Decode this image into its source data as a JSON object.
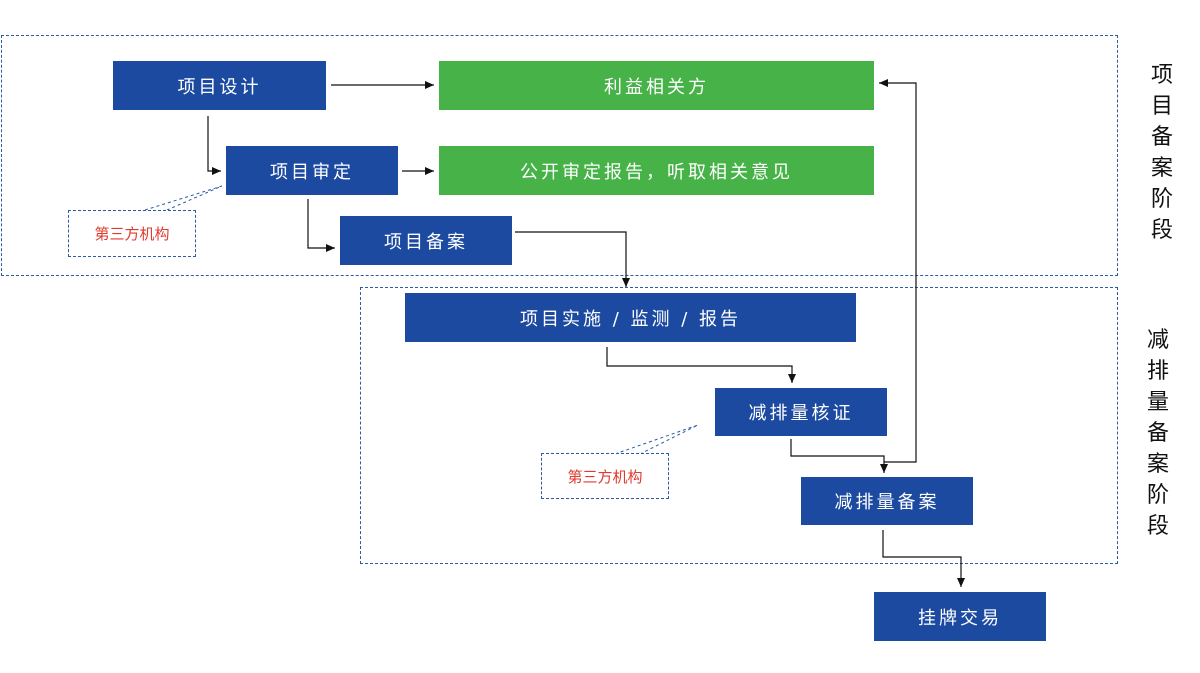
{
  "nodes": {
    "design": "项目设计",
    "stakeholders": "利益相关方",
    "review": "项目审定",
    "public_report": "公开审定报告，听取相关意见",
    "filing": "项目备案",
    "implement": "项目实施 / 监测 / 报告",
    "verify": "减排量核证",
    "er_filing": "减排量备案",
    "trading": "挂牌交易"
  },
  "callouts": {
    "third_party_1": "第三方机构",
    "third_party_2": "第三方机构"
  },
  "stages": {
    "project_filing": [
      "项",
      "目",
      "备",
      "案",
      "阶",
      "段"
    ],
    "er_filing": [
      "减",
      "排",
      "量",
      "备",
      "案",
      "阶",
      "段"
    ]
  },
  "colors": {
    "blue": "#1c4aa1",
    "green": "#47b248",
    "red_text": "#e03a2f",
    "dashed_border": "#2b5aa6"
  }
}
